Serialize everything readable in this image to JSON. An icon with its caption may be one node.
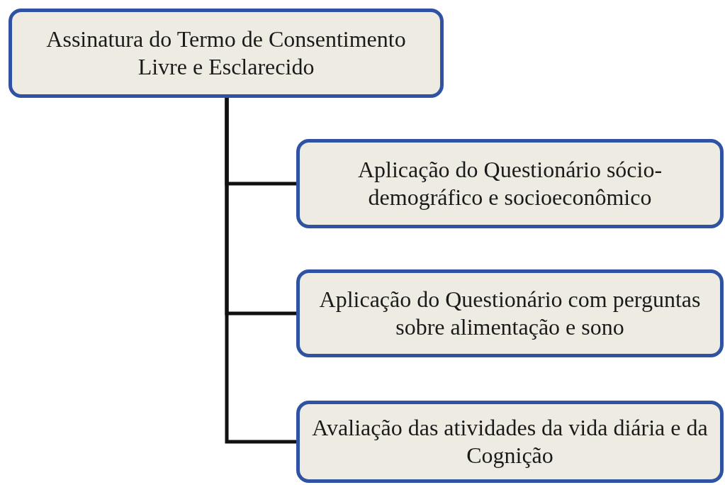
{
  "diagram": {
    "nodes": [
      {
        "text": [
          "Assinatura do Termo de Consentimento Livre e Esclarecido"
        ]
      },
      {
        "text": [
          "Aplicação do Questionário sócio-demográfico e socioeconômico"
        ]
      },
      {
        "text": [
          "Aplicação do Questionário com perguntas sobre alimentação e sono"
        ]
      },
      {
        "text": [
          "Avaliação das atividades da vida diária e da Cognição"
        ]
      }
    ],
    "edges": [
      {
        "from": 0,
        "to": 1,
        "arrow": "none"
      },
      {
        "from": 0,
        "to": 2,
        "arrow": "none"
      },
      {
        "from": 0,
        "to": 3,
        "arrow": "none"
      }
    ]
  }
}
